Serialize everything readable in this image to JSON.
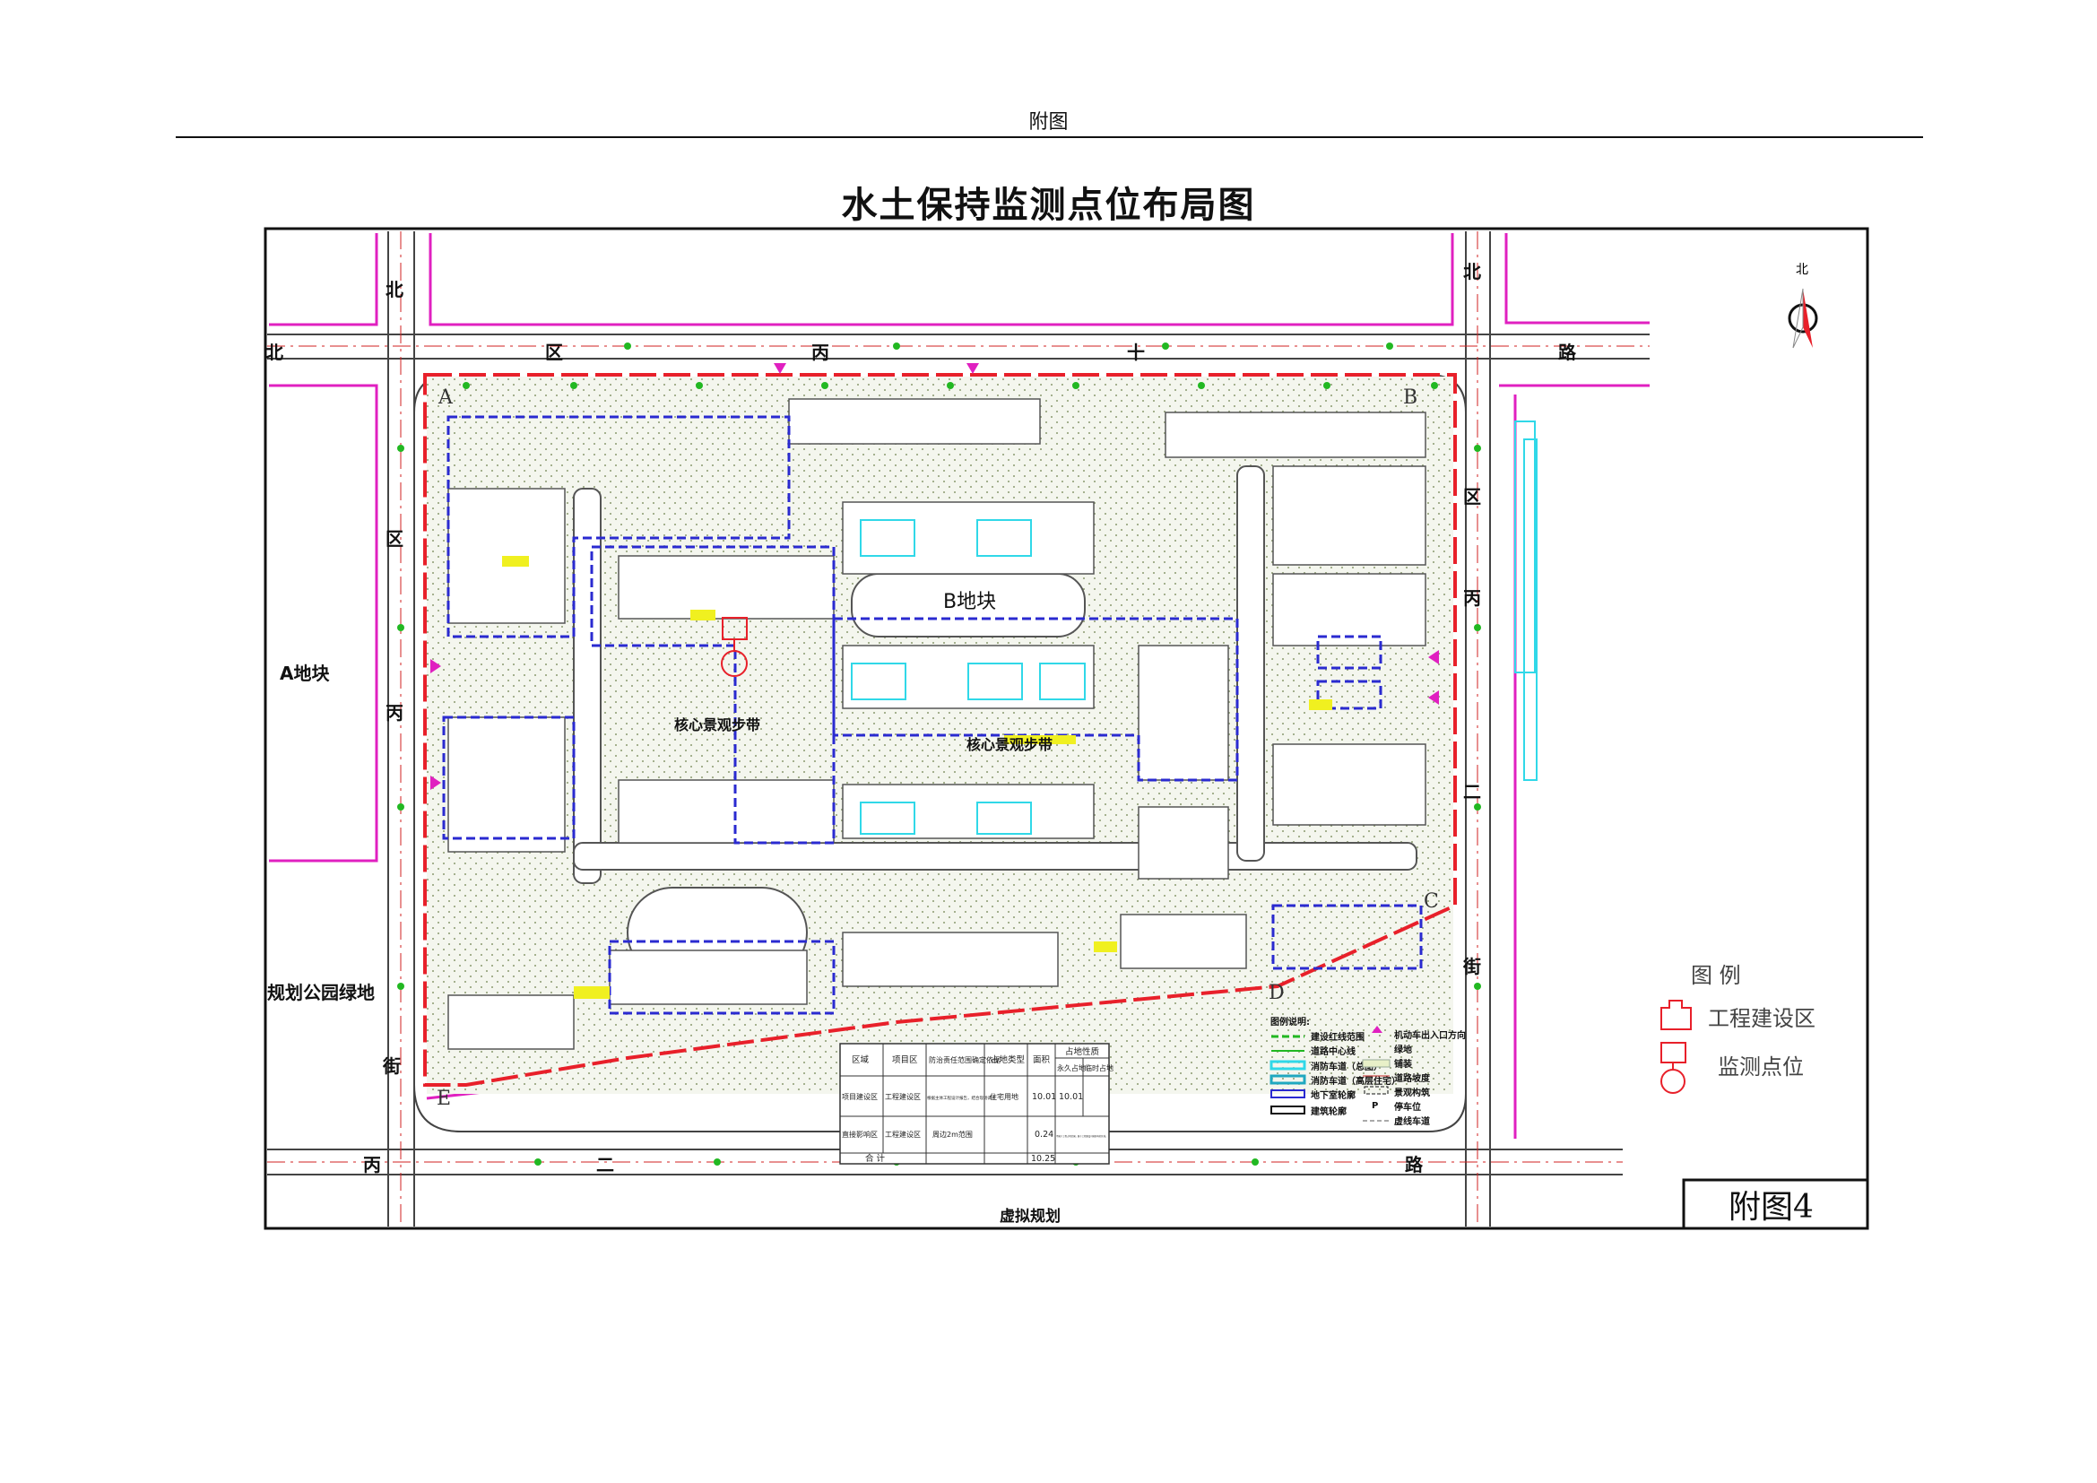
{
  "header": {
    "label": "附图"
  },
  "title": "水土保持监测点位布局图",
  "roads": {
    "top": [
      "北",
      "区",
      "丙",
      "十",
      "路"
    ],
    "left": [
      "北",
      "区",
      "丙",
      "街"
    ],
    "right": [
      "北",
      "区",
      "丙",
      "二",
      "街"
    ],
    "bottom": [
      "丙",
      "二",
      "路"
    ],
    "bottom_area": "虚拟规划"
  },
  "blocks": {
    "a_block": "A地块",
    "b_block": "B地块",
    "park": "规划公园绿地",
    "core_1": "核心景观步带",
    "core_2": "核心景观步带"
  },
  "corners": [
    "A",
    "B",
    "C",
    "D",
    "E"
  ],
  "north_label": "北",
  "inner_legend": {
    "title": "图例说明:",
    "left_items": [
      "建设红线范围",
      "道路中心线",
      "消防车道（总图）",
      "消防车道（高层住宅）",
      "地下室轮廓",
      "建筑轮廓"
    ],
    "right_items": [
      "机动车出入口方向",
      "绿地",
      "铺装",
      "道路坡度",
      "景观构筑",
      "停车位",
      "虚线车道"
    ]
  },
  "table": {
    "headers": [
      "区域",
      "项目区",
      "防治责任范围确定依据",
      "占地类型",
      "面积",
      "占地性质"
    ],
    "subheaders": [
      "永久占地",
      "临时占地"
    ],
    "rows": [
      [
        "项目建设区",
        "工程建设区",
        "根据主体工程设计报告，结合现场调查",
        "住宅用地",
        "10.01",
        "10.01",
        ""
      ],
      [
        "直接影响区",
        "工程建设区",
        "周边2m范围",
        "",
        "0.24",
        "不属于工程占地范围，属于工程建设可能影响的区域。"
      ]
    ],
    "total_label": "合  计",
    "total_value": "10.25"
  },
  "legend": {
    "title": "图   例",
    "items": [
      {
        "icon": "construction-zone-icon",
        "label": "工程建设区"
      },
      {
        "icon": "monitoring-point-icon",
        "label": "监测点位"
      }
    ]
  },
  "figure_label": "附图4",
  "colors": {
    "boundary": "#e8202a",
    "zone": "#2a2ad0",
    "green": "#22b822",
    "magenta": "#e020c0",
    "cyan": "#30d8e8",
    "yellow": "#f0f020"
  }
}
